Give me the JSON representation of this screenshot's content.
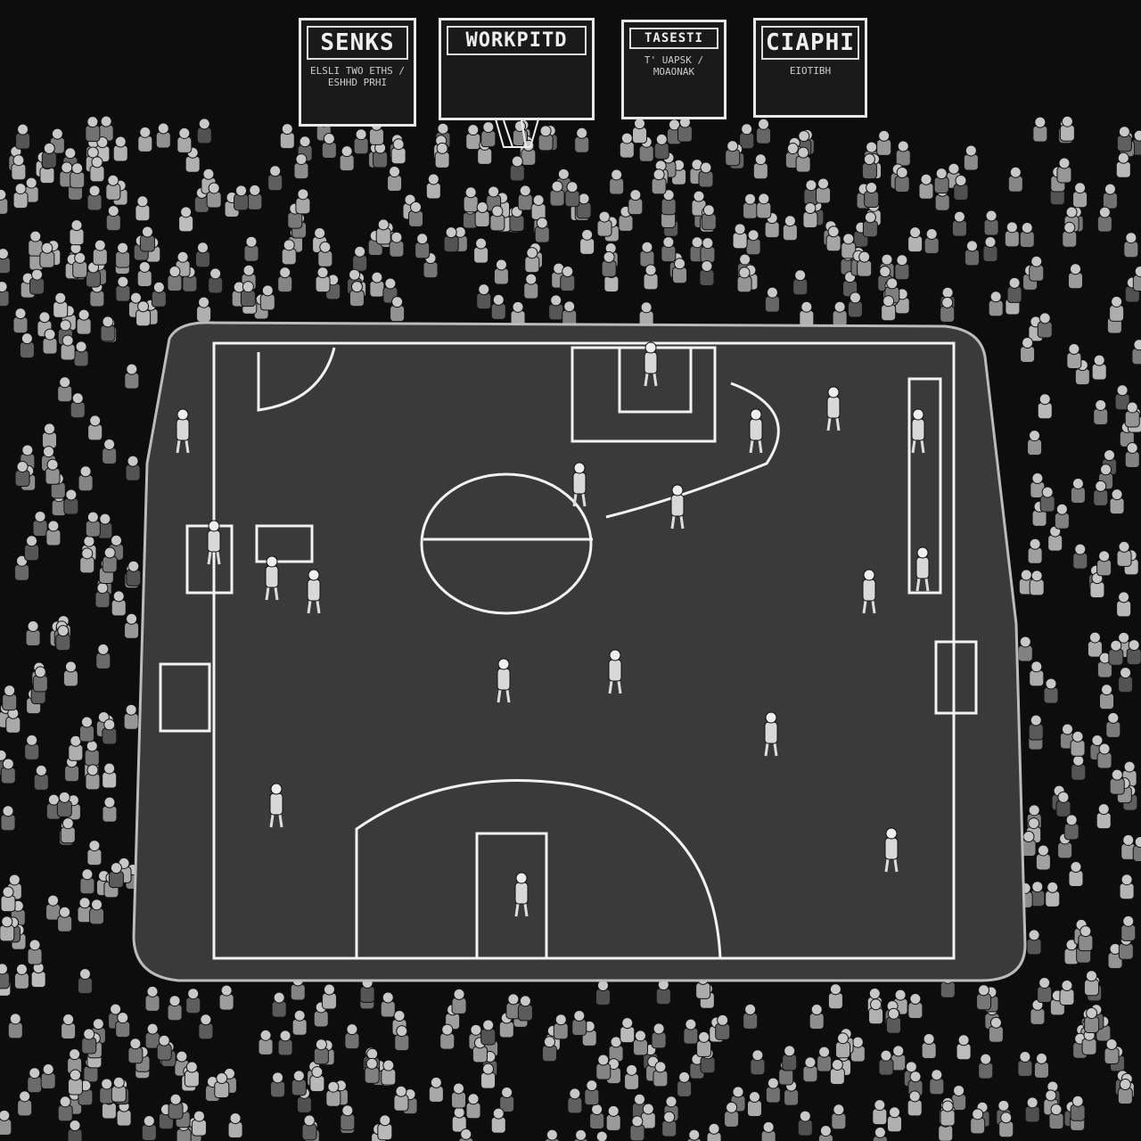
{
  "scene": {
    "description_type": "illustration",
    "palette": {
      "background": "#0d0d0d",
      "court": "#3a3a3a",
      "lines": "#f2f2f2",
      "crowd": "#8a8a8a"
    },
    "scoreboards": [
      {
        "big": "SENKS",
        "small": "ELSLI TWO ETHS / ESHHD PRHI"
      },
      {
        "big": "WORKPITD",
        "small": ""
      },
      {
        "big": "TASESTI",
        "small": "T' UAPSK / MOAONAK"
      },
      {
        "big": "CIAPHI",
        "small": "EIOTIBH"
      }
    ],
    "players_count": 18
  }
}
